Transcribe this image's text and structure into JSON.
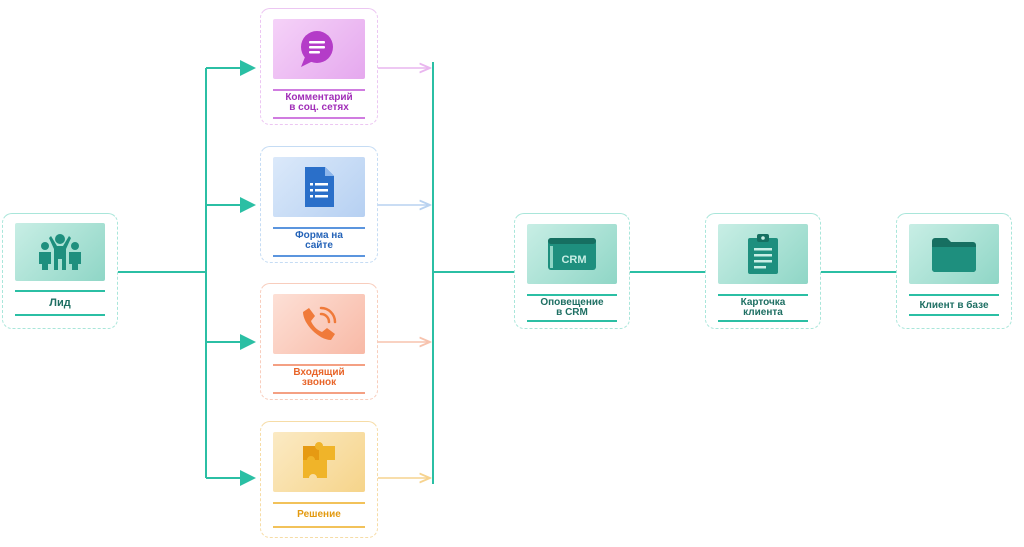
{
  "colors": {
    "teal": "#2bbfa4",
    "teal_dark": "#1e8f7e",
    "purple": "#b43cc8",
    "blue": "#2a6fc9",
    "orange": "#f07a3a",
    "yellow": "#f0b429"
  },
  "nodes": {
    "lead": {
      "label": "Лид",
      "icon": "people-icon"
    },
    "social": {
      "label_line1": "Комментарий",
      "label_line2": "в соц. сетях",
      "icon": "chat-bubble-icon"
    },
    "form": {
      "label_line1": "Форма на",
      "label_line2": "сайте",
      "icon": "document-form-icon"
    },
    "call": {
      "label_line1": "Входящий",
      "label_line2": "звонок",
      "icon": "phone-icon"
    },
    "solution": {
      "label": "Решение",
      "icon": "puzzle-icon"
    },
    "crm": {
      "label_line1": "Оповещение",
      "label_line2": "в CRM",
      "icon": "crm-window-icon",
      "icon_text": "CRM"
    },
    "card": {
      "label_line1": "Карточка",
      "label_line2": "клиента",
      "icon": "clipboard-icon"
    },
    "client": {
      "label": "Клиент в базе",
      "icon": "folder-icon"
    }
  }
}
